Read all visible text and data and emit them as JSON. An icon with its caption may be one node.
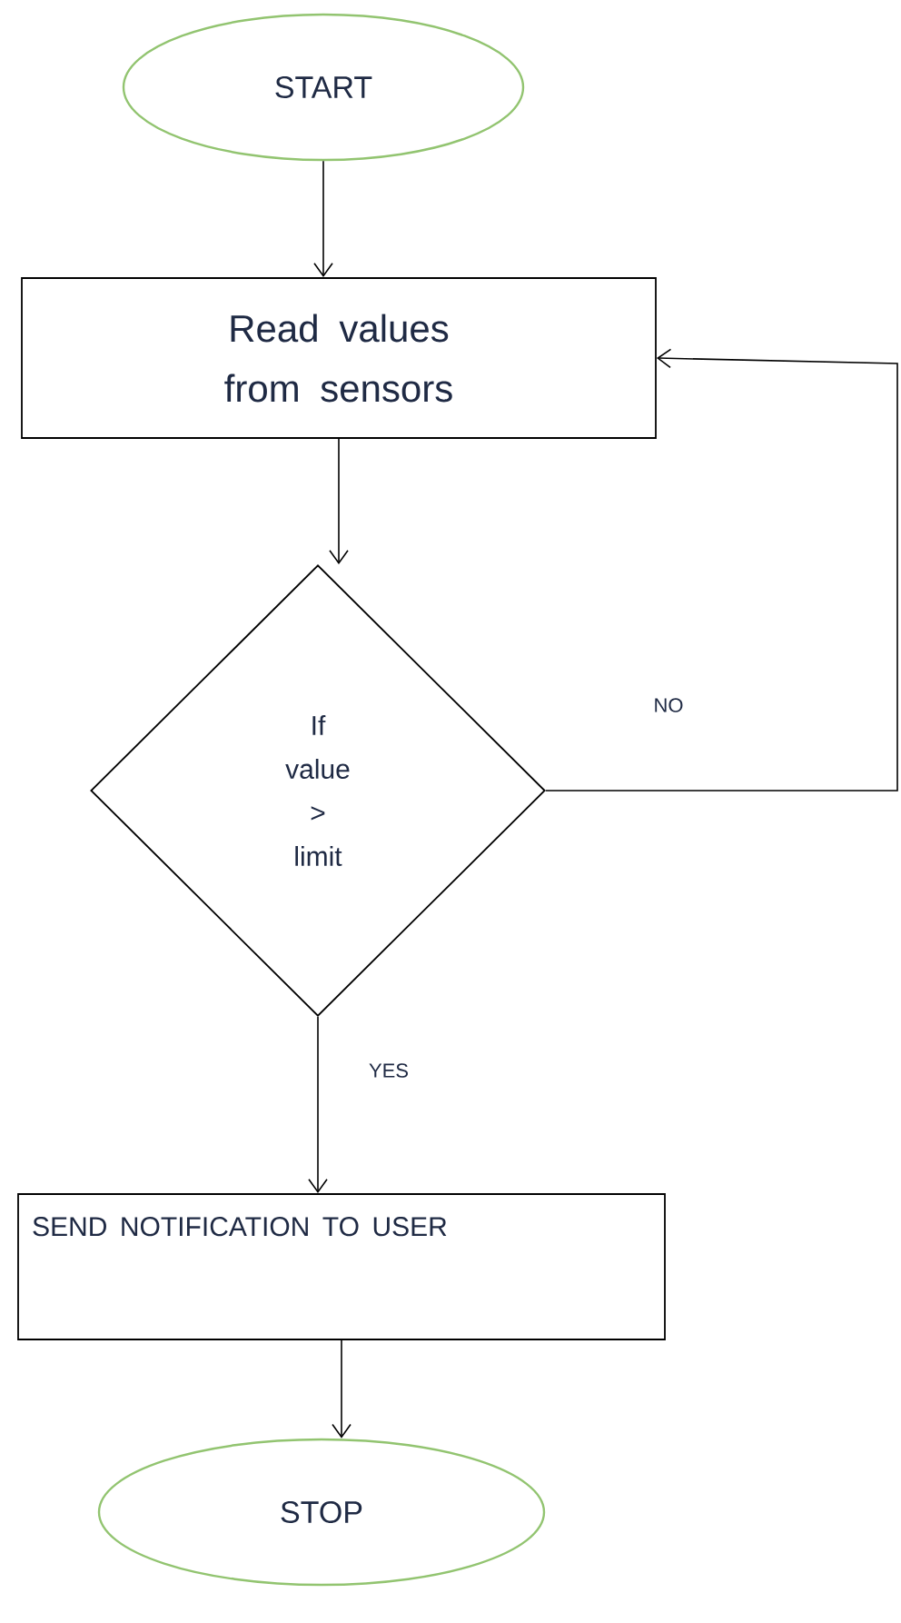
{
  "diagram": {
    "nodes": [
      {
        "text": [
          "START"
        ]
      },
      {
        "text": [
          "Read values from sensors"
        ]
      },
      {
        "text": [
          "If value > limit"
        ]
      },
      {
        "text": [
          "SEND NOTIFICATION TO USER"
        ]
      },
      {
        "text": [
          "STOP"
        ]
      }
    ],
    "edges": [
      {
        "from": 0,
        "to": 1,
        "arrow": "to"
      },
      {
        "from": 1,
        "to": 2,
        "arrow": "to"
      },
      {
        "from": 2,
        "to": 3,
        "arrow": "to",
        "label": "YES"
      },
      {
        "from": 3,
        "to": 4,
        "arrow": "to"
      },
      {
        "from": 2,
        "to": 1,
        "arrow": "to",
        "label": "NO"
      }
    ]
  }
}
